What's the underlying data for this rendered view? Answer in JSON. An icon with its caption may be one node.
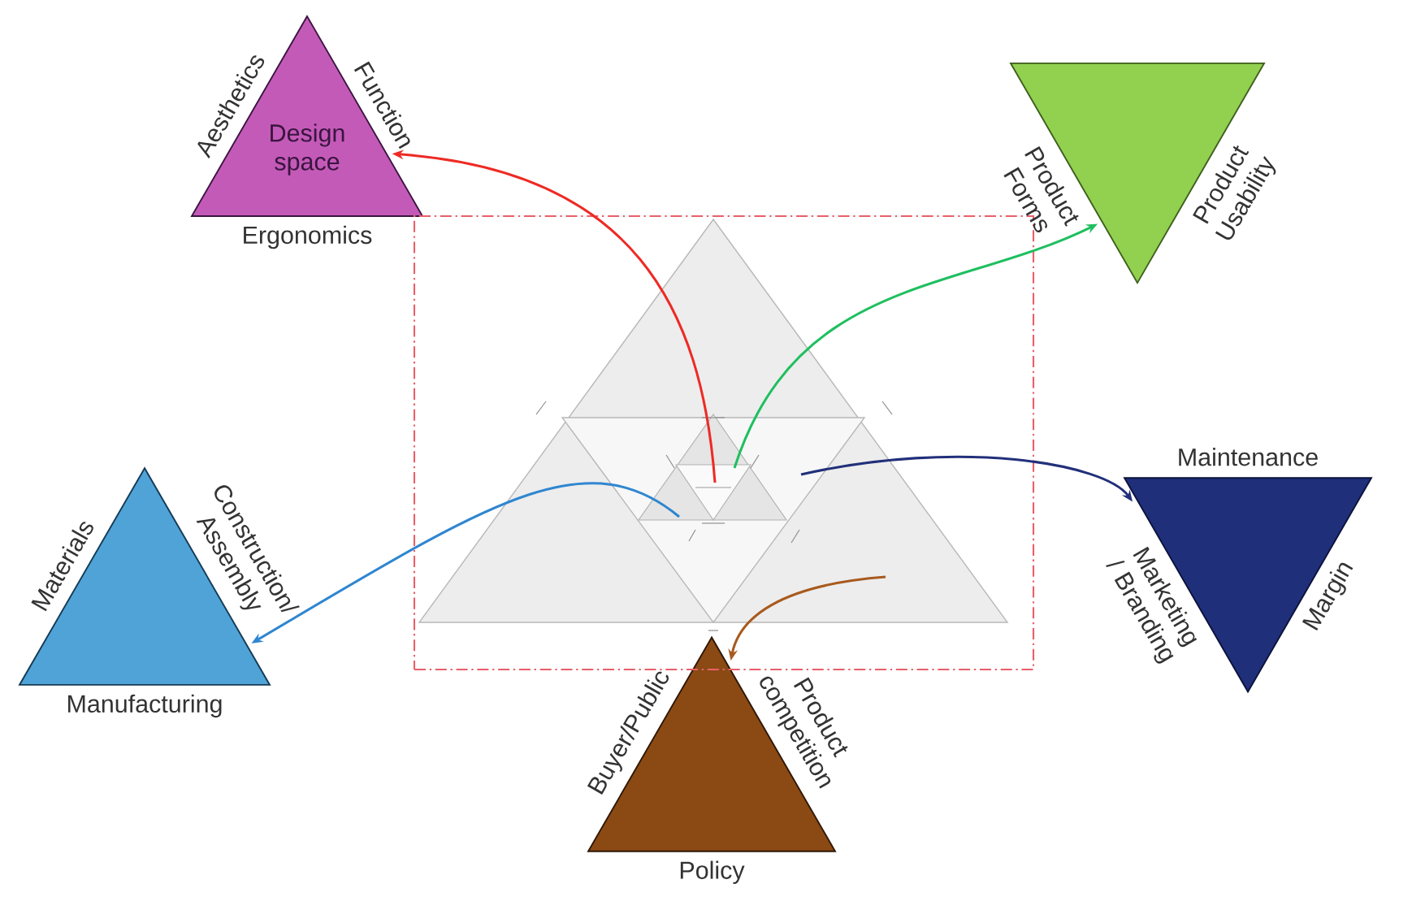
{
  "diagram": {
    "nodes": [
      {
        "text": [
          "Design space"
        ],
        "beside": [
          "Aesthetics",
          "Function",
          "Ergonomics"
        ]
      },
      {
        "text": [],
        "shape": "triangle",
        "beside": [
          "Product Forms",
          "Product Usability"
        ]
      },
      {
        "text": [],
        "shape": "triangle",
        "beside": [
          "Materials",
          "Construction/ Assembly",
          "Manufacturing"
        ]
      },
      {
        "text": [],
        "shape": "triangle",
        "beside": [
          "Maintenance",
          "Marketing / Branding",
          "Margin"
        ]
      },
      {
        "text": [],
        "shape": "triangle",
        "beside": [
          "Buyer/Public",
          "Product competition",
          "Policy"
        ]
      },
      {
        "text": [],
        "shape": "box"
      },
      {
        "text": [],
        "shape": "picture",
        "in": 5
      }
    ],
    "edges": [
      {
        "from": 6,
        "to": 0,
        "arrow": "to",
        "color": "#ee2a24"
      },
      {
        "from": 6,
        "to": 1,
        "arrow": "to",
        "color": "#1fbf5f"
      },
      {
        "from": 6,
        "to": 3,
        "arrow": "to",
        "color": "#22307a"
      },
      {
        "from": 6,
        "to": 2,
        "arrow": "to",
        "color": "#2f86d0"
      },
      {
        "from": 6,
        "to": 4,
        "arrow": "to",
        "color": "#a85a1e"
      }
    ]
  }
}
